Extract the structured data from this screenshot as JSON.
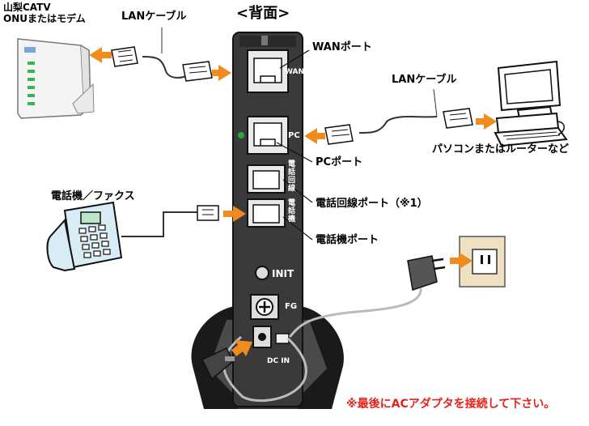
{
  "title": "<背面>",
  "labels": {
    "modem": "山梨CATV\nONUまたはモデム",
    "lan_cable_top": "LANケーブル",
    "wan_port": "WANポート",
    "lan_cable_right": "LANケーブル",
    "pc_device": "パソコンまたはルーターなど",
    "pc_port": "PCポート",
    "phone_device": "電話機／ファクス",
    "line_port": "電話回線ポート（※1）",
    "phone_port": "電話機ポート"
  },
  "device_labels": {
    "wan": "WAN",
    "pc": "PC",
    "line": "電話回線",
    "tel": "電話機",
    "init": "INIT",
    "fg": "FG",
    "dcin": "DC IN"
  },
  "note": "※最後にACアダプタを接続して下さい。",
  "colors": {
    "arrow": "#f08c1e",
    "note": "#e8201a",
    "device": "#3a3a3a",
    "outlet": "#efe0c2"
  }
}
